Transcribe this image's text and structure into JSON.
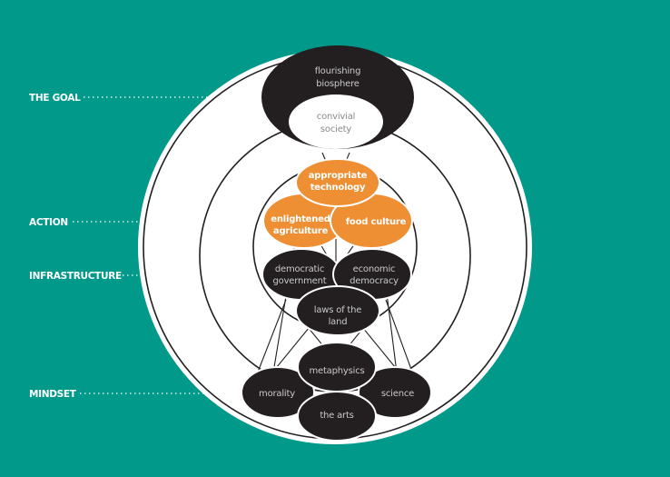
{
  "colors": {
    "background": "#00998a",
    "dark_node": "#231f20",
    "orange_node": "#ee8f34",
    "ring": "#ffffff",
    "text_on_dark": "#c8c8c8",
    "text_on_white": "#8a8a8a"
  },
  "levels": {
    "goal": "THE GOAL",
    "action": "ACTION",
    "infrastructure": "INFRASTRUCTURE",
    "mindset": "MINDSET"
  },
  "nodes": {
    "flourishing_biosphere": [
      "flourishing",
      "biosphere"
    ],
    "convivial_society": [
      "convivial",
      "society"
    ],
    "appropriate_technology": [
      "appropriate",
      "technology"
    ],
    "enlightened_agriculture": [
      "enlightened",
      "agriculture"
    ],
    "food_culture": [
      "food culture"
    ],
    "democratic_government": [
      "democratic",
      "government"
    ],
    "economic_democracy": [
      "economic",
      "democracy"
    ],
    "laws_of_the_land": [
      "laws of the",
      "land"
    ],
    "metaphysics": [
      "metaphysics"
    ],
    "morality": [
      "morality"
    ],
    "science": [
      "science"
    ],
    "the_arts": [
      "the arts"
    ]
  }
}
